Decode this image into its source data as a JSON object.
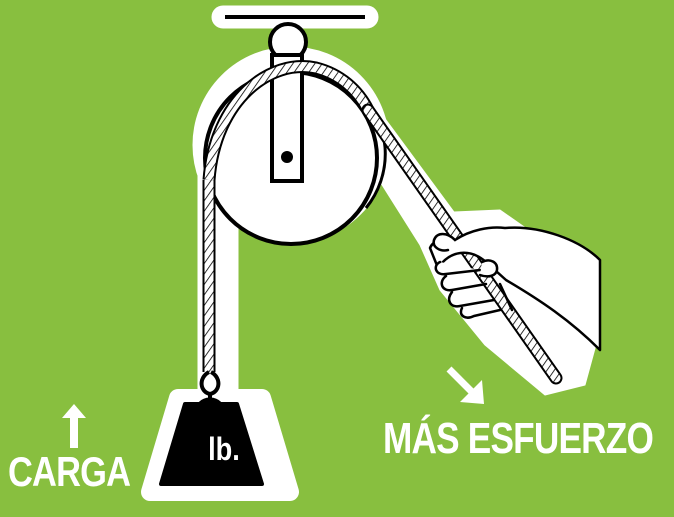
{
  "labels": {
    "load": "CARGA",
    "effort": "MÁS ESFUERZO",
    "weight_unit": "lb."
  },
  "colors": {
    "background": "#88bf3f",
    "outline": "#000000",
    "fill": "#ffffff"
  },
  "icons": {
    "load_arrow": "arrow-up-icon",
    "effort_arrow": "arrow-down-right-icon"
  }
}
